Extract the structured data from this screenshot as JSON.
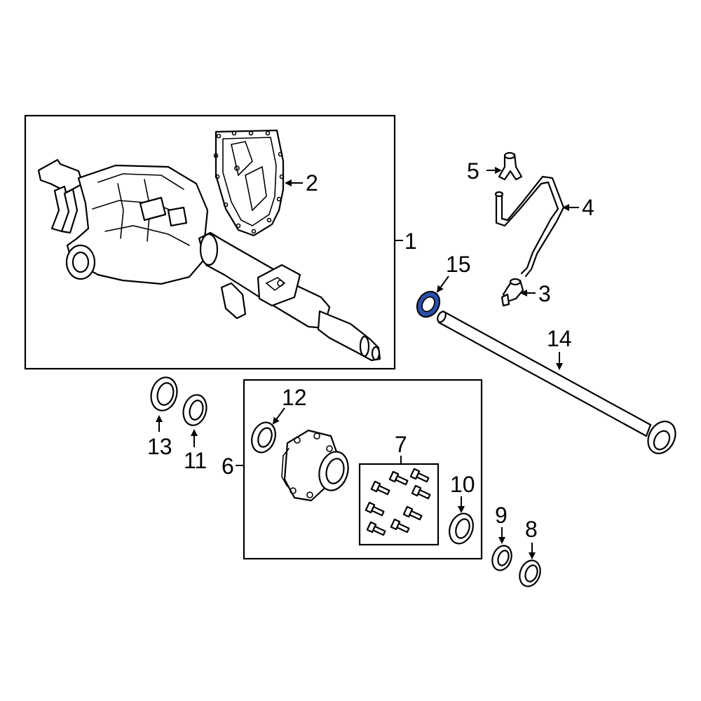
{
  "diagram": {
    "highlight_color": "#2b4fa8",
    "callouts": {
      "c1": "1",
      "c2": "2",
      "c3": "3",
      "c4": "4",
      "c5": "5",
      "c6": "6",
      "c7": "7",
      "c8": "8",
      "c9": "9",
      "c10": "10",
      "c11": "11",
      "c12": "12",
      "c13": "13",
      "c14": "14",
      "c15": "15"
    }
  }
}
